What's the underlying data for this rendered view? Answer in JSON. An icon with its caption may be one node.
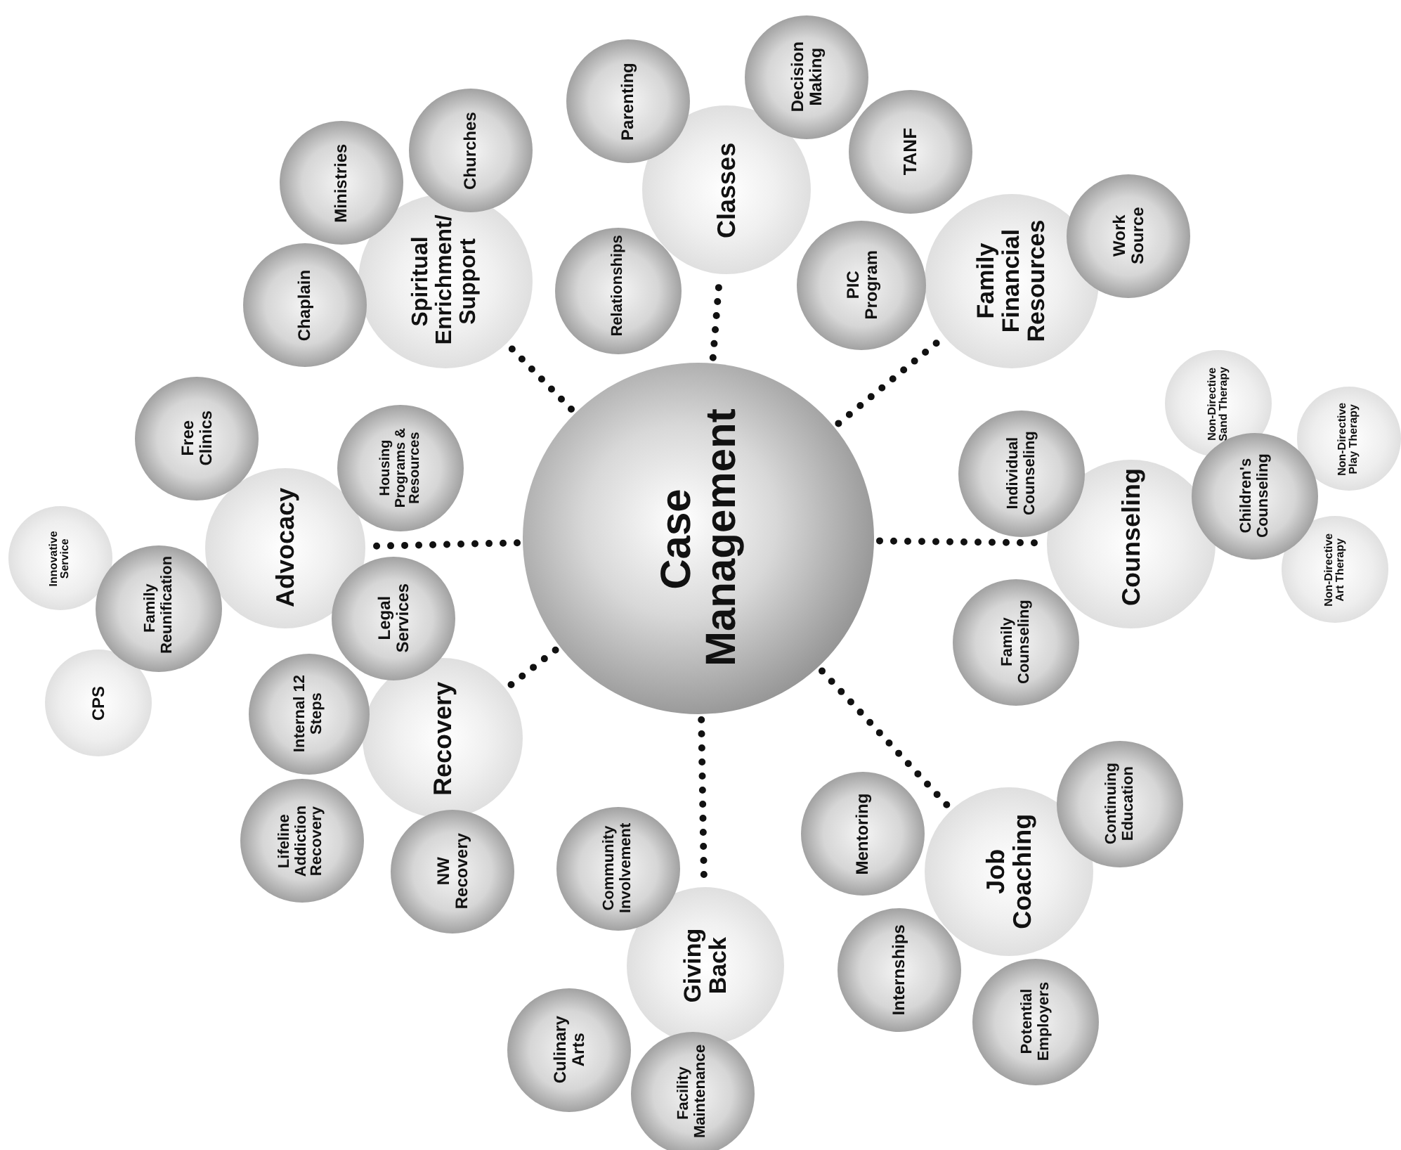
{
  "diagram": {
    "nodes": [
      {
        "text": [
          "Case Management"
        ]
      },
      {
        "text": [
          "Classes"
        ]
      },
      {
        "text": [
          "Parenting"
        ]
      },
      {
        "text": [
          "Decision Making"
        ]
      },
      {
        "text": [
          "Relationships"
        ]
      },
      {
        "text": [
          "Family Financial Resources"
        ]
      },
      {
        "text": [
          "TANF"
        ]
      },
      {
        "text": [
          "Work Source"
        ]
      },
      {
        "text": [
          "PIC Program"
        ]
      },
      {
        "text": [
          "Counseling"
        ]
      },
      {
        "text": [
          "Individual Counseling"
        ]
      },
      {
        "text": [
          "Family Counseling"
        ]
      },
      {
        "text": [
          "Children's Counseling"
        ]
      },
      {
        "text": [
          "Non-Directive Sand Therapy"
        ]
      },
      {
        "text": [
          "Non-Directive Play Therapy"
        ]
      },
      {
        "text": [
          "Non-Directive Art Therapy"
        ]
      },
      {
        "text": [
          "Job Coaching"
        ]
      },
      {
        "text": [
          "Mentoring"
        ]
      },
      {
        "text": [
          "Continuing Education"
        ]
      },
      {
        "text": [
          "Internships"
        ]
      },
      {
        "text": [
          "Potential Employers"
        ]
      },
      {
        "text": [
          "Giving Back"
        ]
      },
      {
        "text": [
          "Community Involvement"
        ]
      },
      {
        "text": [
          "Culinary Arts"
        ]
      },
      {
        "text": [
          "Facility Maintenance"
        ]
      },
      {
        "text": [
          "Recovery"
        ]
      },
      {
        "text": [
          "Internal 12 Steps"
        ]
      },
      {
        "text": [
          "Lifeline Addiction Recovery"
        ]
      },
      {
        "text": [
          "NW Recovery"
        ]
      },
      {
        "text": [
          "Advocacy"
        ]
      },
      {
        "text": [
          "Free Clinics"
        ]
      },
      {
        "text": [
          "Housing Programs & Resources"
        ]
      },
      {
        "text": [
          "Legal Services"
        ]
      },
      {
        "text": [
          "Family Reunification"
        ]
      },
      {
        "text": [
          "Innovative Service"
        ]
      },
      {
        "text": [
          "CPS"
        ]
      },
      {
        "text": [
          "Spiritual Enrichment/ Support"
        ]
      },
      {
        "text": [
          "Ministries"
        ]
      },
      {
        "text": [
          "Churches"
        ]
      },
      {
        "text": [
          "Chaplain"
        ]
      }
    ],
    "edges": [
      {
        "from": 0,
        "to": 1,
        "arrow": "none",
        "style": "dashed"
      },
      {
        "from": 0,
        "to": 5,
        "arrow": "none",
        "style": "dashed"
      },
      {
        "from": 0,
        "to": 9,
        "arrow": "none",
        "style": "dashed"
      },
      {
        "from": 0,
        "to": 16,
        "arrow": "none",
        "style": "dashed"
      },
      {
        "from": 0,
        "to": 21,
        "arrow": "none",
        "style": "dashed"
      },
      {
        "from": 0,
        "to": 25,
        "arrow": "none",
        "style": "dashed"
      },
      {
        "from": 0,
        "to": 29,
        "arrow": "none",
        "style": "dashed"
      },
      {
        "from": 0,
        "to": 36,
        "arrow": "none",
        "style": "dashed"
      }
    ]
  }
}
